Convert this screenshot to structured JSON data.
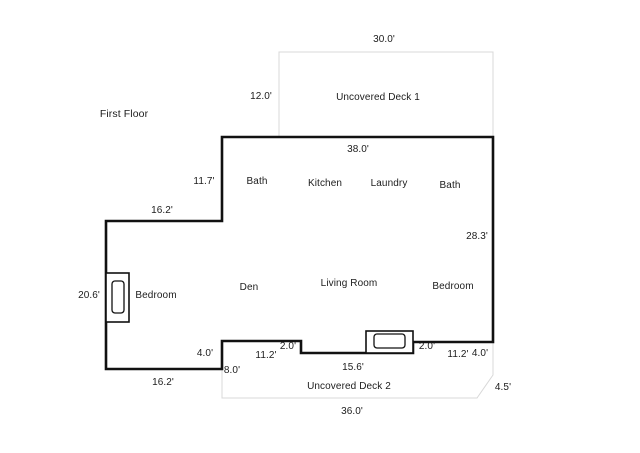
{
  "page_title": "First Floor",
  "colors": {
    "background": "#ffffff",
    "wall": "#111111",
    "deck_outline": "#d8d8d8",
    "text": "#1c1c1c"
  },
  "plan": {
    "floor_title": "First Floor",
    "deck1": {
      "name": "Uncovered Deck 1",
      "width": "30.0'",
      "depth": "12.0'"
    },
    "deck2": {
      "name": "Uncovered Deck 2",
      "width": "36.0'",
      "left_depth": "8.0'",
      "diagonal": "4.5'"
    },
    "rooms": {
      "bath_left": "Bath",
      "kitchen": "Kitchen",
      "laundry": "Laundry",
      "bath_right": "Bath",
      "den": "Den",
      "living_room": "Living Room",
      "bedroom_left": "Bedroom",
      "bedroom_right": "Bedroom"
    },
    "dimensions": {
      "top_wall": "38.0'",
      "left_upper_wall": "11.7'",
      "upper_step_wall": "16.2'",
      "right_wall": "28.3'",
      "left_wall": "20.6'",
      "bottom_left_wall": "16.2'",
      "step_bottom_left": "4.0'",
      "bottom_seg_left": "11.2'",
      "notch_left": "2.0'",
      "bottom_center": "15.6'",
      "notch_right": "2.0'",
      "bottom_seg_right": "11.2'",
      "step_bottom_right": "4.0'"
    }
  }
}
